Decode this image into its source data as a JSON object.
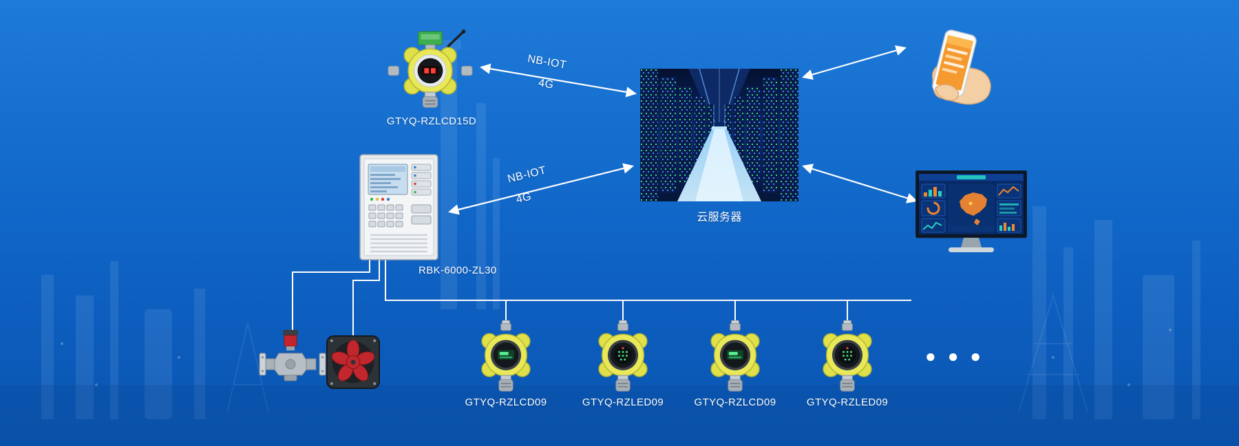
{
  "labels": {
    "wireless_detector": "GTYQ-RZLCD15D",
    "controller": "RBK-6000-ZL30",
    "cloud_server": "云服务器",
    "link_detector_cloud": {
      "l1": "NB-IOT",
      "l2": "4G"
    },
    "link_controller_cloud": {
      "l1": "NB-IOT",
      "l2": "4G"
    },
    "more_devices": "●●●"
  },
  "bottom_detectors": [
    {
      "label": "GTYQ-RZLCD09",
      "display": "lcd"
    },
    {
      "label": "GTYQ-RZLED09",
      "display": "led"
    },
    {
      "label": "GTYQ-RZLCD09",
      "display": "lcd"
    },
    {
      "label": "GTYQ-RZLED09",
      "display": "led"
    }
  ],
  "colors": {
    "background_top": "#1e7ad8",
    "background_bottom": "#0a55b0",
    "connection_line": "#ffffff",
    "label_text": "#ffffff",
    "detector_housing_yellow": "#e8e858",
    "alarm_red": "#c1272d",
    "lcd_green": "#59ef92",
    "wireless_module_green": "#3cae4e",
    "phone_screen_orange": "#f59a2e",
    "dashboard_teal": "#25d2c4",
    "dashboard_navy": "#082a66"
  }
}
